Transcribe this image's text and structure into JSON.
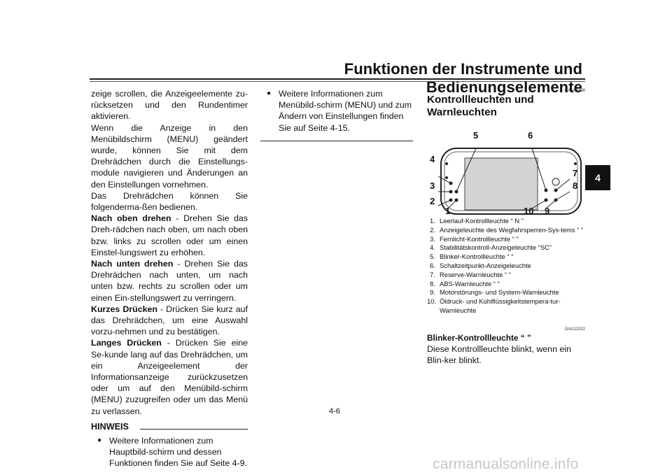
{
  "header": {
    "title": "Funktionen der Instrumente und Bedienungselemente"
  },
  "chapter_tab": "4",
  "col1": {
    "p1": "zeige scrollen, die Anzeigeelemente zu-rücksetzen und den Rundentimer aktivieren.",
    "p2": "Wenn die Anzeige in den Menübildschirm (MENU) geändert wurde, können Sie mit dem Drehrädchen durch die Einstellungs-module navigieren und Änderungen an den Einstellungen vornehmen.",
    "p3": "Das Drehrädchen können Sie folgenderma-ßen bedienen.",
    "up_label": "Nach oben drehen",
    "up_text": " - Drehen Sie das Dreh-rädchen nach oben, um nach oben bzw. links zu scrollen oder um einen Einstel-lungswert zu erhöhen.",
    "down_label": "Nach unten drehen",
    "down_text": " - Drehen Sie das Drehrädchen nach unten, um nach unten bzw. rechts zu scrollen oder um einen Ein-stellungswert zu verringern.",
    "short_label": "Kurzes Drücken",
    "short_text": " - Drücken Sie kurz auf das Drehrädchen, um eine Auswahl vorzu-nehmen und zu bestätigen.",
    "long_label": "Langes Drücken",
    "long_text": " - Drücken Sie eine Se-kunde lang auf das Drehrädchen, um ein Anzeigeelement der Informationsanzeige zurückzusetzen oder um auf den Menübild-schirm (MENU) zuzugreifen oder um das Menü zu verlassen.",
    "note_title": "HINWEIS",
    "note_bullet": "Weitere Informationen zum Hauptbild-schirm und dessen Funktionen finden Sie auf Seite 4-9."
  },
  "col2": {
    "bullet": "Weitere Informationen zum Menübild-schirm (MENU) und zum Ändern von Einstellungen finden Sie auf Seite 4-15."
  },
  "col3": {
    "code1": "GAU49398",
    "title": "Kontrollleuchten und Warnleuchten",
    "callouts": [
      "1",
      "2",
      "3",
      "4",
      "5",
      "6",
      "7",
      "8",
      "9",
      "10"
    ],
    "legend": [
      {
        "n": "1.",
        "text": "Leerlauf-Kontrollleuchte “ N ”"
      },
      {
        "n": "2.",
        "text": "Anzeigeleuchte des Wegfahrsperren-Sys-tems “ ”"
      },
      {
        "n": "3.",
        "text": "Fernlicht-Kontrollleuchte “ ”"
      },
      {
        "n": "4.",
        "text": "Stabilitätskontroll-Anzeigeleuchte “SC”"
      },
      {
        "n": "5.",
        "text": "Blinker-Kontrollleuchte “ ”"
      },
      {
        "n": "6.",
        "text": "Schaltzeitpunkt-Anzeigeleuchte"
      },
      {
        "n": "7.",
        "text": "Reserve-Warnleuchte “ ”"
      },
      {
        "n": "8.",
        "text": "ABS-Warnleuchte “ ”"
      },
      {
        "n": "9.",
        "text": "Motorstörungs- und System-Warnleuchte"
      },
      {
        "n": "10.",
        "text": "Öldruck- und Kühlflüssigkeitstempera-tur-Warnleuchte"
      }
    ],
    "code2": "GAU11022",
    "subhead": "Blinker-Kontrollleuchte “ ”",
    "subtext": "Diese Kontrollleuchte blinkt, wenn ein Blin-ker blinkt."
  },
  "page_number": "4-6",
  "watermark": "carmanualsonline.info"
}
